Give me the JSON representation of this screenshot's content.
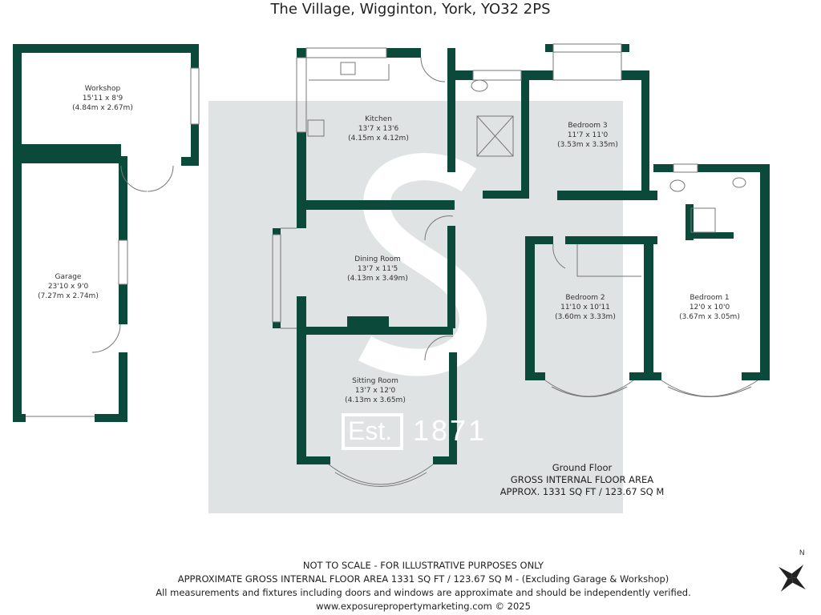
{
  "title": "The Village, Wigginton, York, YO32 2PS",
  "rooms": [
    {
      "name": "Workshop",
      "imperial": "15'11 x 8'9",
      "metric": "(4.84m x 2.67m)"
    },
    {
      "name": "Garage",
      "imperial": "23'10 x 9'0",
      "metric": "(7.27m x 2.74m)"
    },
    {
      "name": "Kitchen",
      "imperial": "13'7 x 13'6",
      "metric": "(4.15m x 4.12m)"
    },
    {
      "name": "Dining Room",
      "imperial": "13'7 x 11'5",
      "metric": "(4.13m x 3.49m)"
    },
    {
      "name": "Sitting Room",
      "imperial": "13'7 x 12'0",
      "metric": "(4.13m x 3.65m)"
    },
    {
      "name": "Bedroom 3",
      "imperial": "11'7 x 11'0",
      "metric": "(3.53m x 3.35m)"
    },
    {
      "name": "Bedroom 2",
      "imperial": "11'10 x 10'11",
      "metric": "(3.60m x 3.33m)"
    },
    {
      "name": "Bedroom 1",
      "imperial": "12'0 x 10'0",
      "metric": "(3.67m x 3.05m)"
    }
  ],
  "floor_info": {
    "floor": "Ground Floor",
    "label": "GROSS INTERNAL FLOOR AREA",
    "area": "APPROX. 1331 SQ FT / 123.67 SQ M"
  },
  "footer": [
    "NOT TO SCALE - FOR ILLUSTRATIVE PURPOSES ONLY",
    "APPROXIMATE GROSS INTERNAL FLOOR AREA 1331 SQ FT / 123.67 SQ M - (Excluding Garage & Workshop)",
    "All measurements and fixtures including doors and windows are approximate and should be independently verified.",
    "www.exposurepropertymarketing.com © 2025"
  ],
  "watermark": {
    "est": "Est.",
    "year": "1871"
  },
  "compass": {
    "label": "N"
  },
  "colors": {
    "wall": "#0b4a3a",
    "watermark_bg": "#dfe3e3"
  }
}
